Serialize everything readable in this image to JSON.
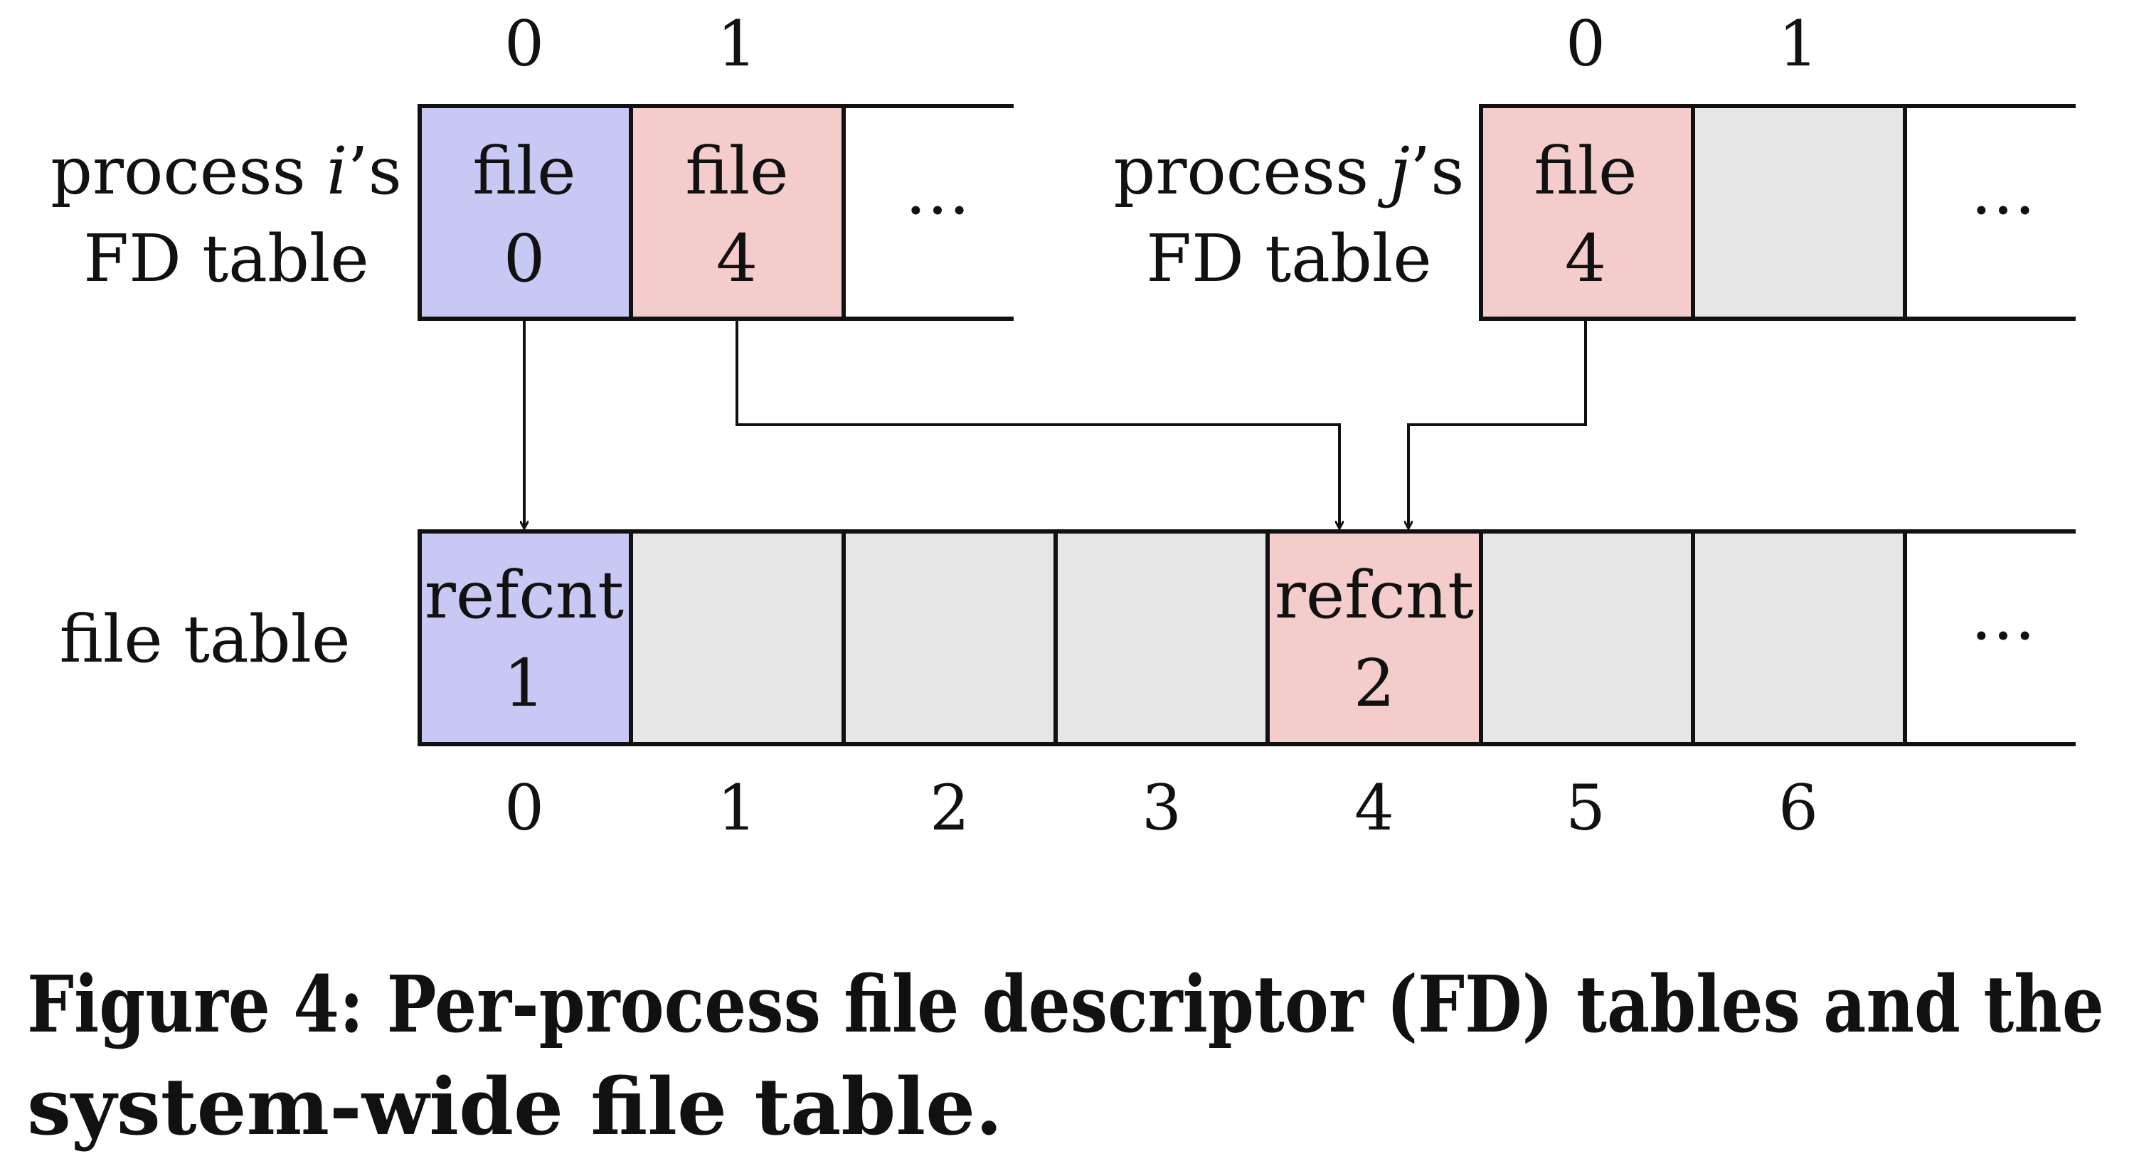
{
  "colors": {
    "used_blue": "#c8c8f5",
    "used_red": "#f5cccc",
    "unused_gray": "#e6e6e6",
    "open": "#ffffff",
    "ink": "#111111"
  },
  "process_i": {
    "label_line1_prefix": "process ",
    "label_line1_var": "i",
    "label_line1_suffix": "’s",
    "label_line2": "FD table",
    "index_labels": [
      "0",
      "1"
    ],
    "cells": [
      {
        "line1": "file",
        "line2": "0",
        "fill": "blue"
      },
      {
        "line1": "file",
        "line2": "4",
        "fill": "red"
      }
    ],
    "ellipsis": "…"
  },
  "process_j": {
    "label_line1_prefix": "process ",
    "label_line1_var": "j",
    "label_line1_suffix": "’s",
    "label_line2": "FD table",
    "index_labels": [
      "0",
      "1"
    ],
    "cells": [
      {
        "line1": "file",
        "line2": "4",
        "fill": "red"
      },
      {
        "line1": "",
        "line2": "",
        "fill": "gray"
      }
    ],
    "ellipsis": "…"
  },
  "file_table": {
    "label": "file table",
    "index_labels": [
      "0",
      "1",
      "2",
      "3",
      "4",
      "5",
      "6"
    ],
    "cells": [
      {
        "line1": "refcnt",
        "line2": "1",
        "fill": "blue"
      },
      {
        "line1": "",
        "line2": "",
        "fill": "gray"
      },
      {
        "line1": "",
        "line2": "",
        "fill": "gray"
      },
      {
        "line1": "",
        "line2": "",
        "fill": "gray"
      },
      {
        "line1": "refcnt",
        "line2": "2",
        "fill": "red"
      },
      {
        "line1": "",
        "line2": "",
        "fill": "gray"
      },
      {
        "line1": "",
        "line2": "",
        "fill": "gray"
      }
    ],
    "ellipsis": "…"
  },
  "pointers": [
    {
      "from": "process i fd 0",
      "to": "file table entry 0"
    },
    {
      "from": "process i fd 1",
      "to": "file table entry 4"
    },
    {
      "from": "process j fd 0",
      "to": "file table entry 4"
    }
  ],
  "caption": {
    "line1": "Figure 4: Per-process file descriptor (FD) tables and the",
    "line2": "system-wide file table."
  }
}
